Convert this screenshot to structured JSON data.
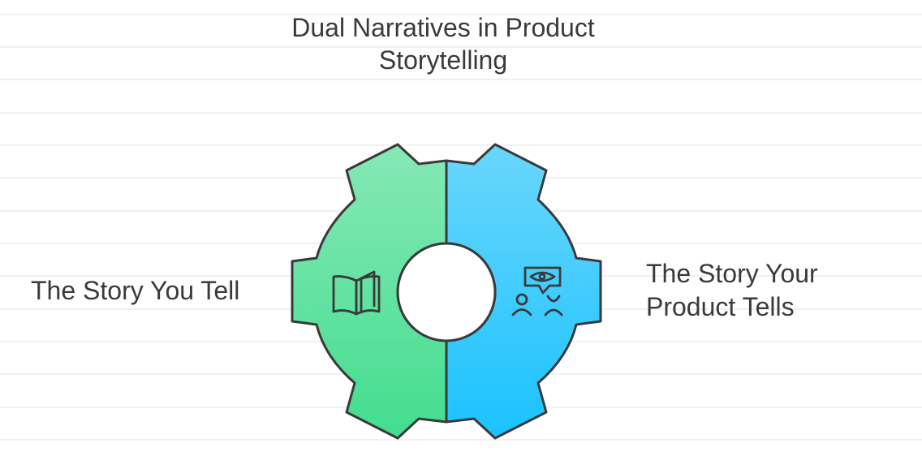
{
  "diagram": {
    "title": "Dual Narratives in Product Storytelling",
    "segments": [
      {
        "label": "The Story You Tell",
        "icon": "open-book-icon",
        "color_top": "#86e8b6",
        "color_bottom": "#42dd8e"
      },
      {
        "label": "The Story Your Product Tells",
        "icon": "users-speech-eye-icon",
        "color_top": "#6ad6fb",
        "color_bottom": "#1ac2ff"
      }
    ],
    "outline_color": "#3a3a3a"
  }
}
